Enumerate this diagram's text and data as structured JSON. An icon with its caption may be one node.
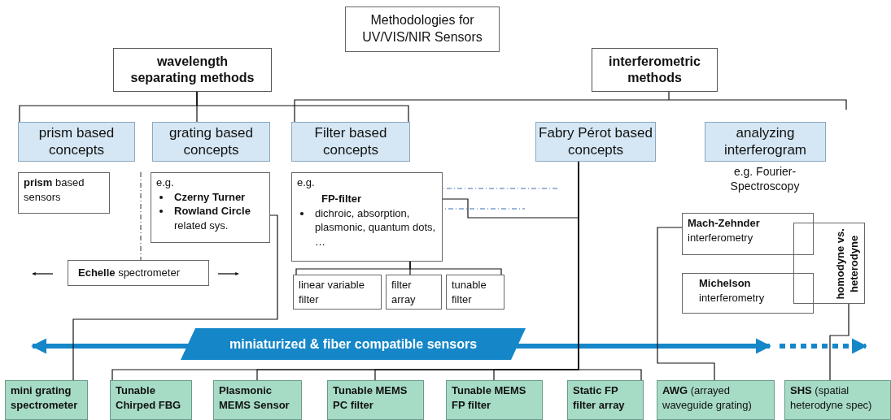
{
  "diagram": {
    "title": "Methodologies for UV/VIS/NIR Sensors",
    "nodes": [
      {
        "text": [
          "wavelength separating methods"
        ]
      },
      {
        "text": [
          "interferometric methods"
        ]
      },
      {
        "text": [
          "prism based concepts"
        ]
      },
      {
        "text": [
          "grating based concepts"
        ]
      },
      {
        "text": [
          "Filter based concepts"
        ]
      },
      {
        "text": [
          "Fabry Pérot based concepts"
        ]
      },
      {
        "text": [
          "analyzing interferogram"
        ],
        "beside": [
          "e.g. Fourier-Spectroscopy"
        ]
      },
      {
        "text": [
          "**prism** based sensors"
        ]
      },
      {
        "text": [
          "e.g.",
          "Czerny Turner",
          "**Rowland Circle** related sys."
        ]
      },
      {
        "text": [
          "e.g.",
          "dichroic, absorption, plasmonic, quantum dots, …"
        ]
      },
      {
        "text": [
          "FP-filter"
        ],
        "in": 9
      },
      {
        "text": [
          "**Echelle** spectrometer"
        ]
      },
      {
        "text": [
          "linear variable filter"
        ]
      },
      {
        "text": [
          "filter array"
        ]
      },
      {
        "text": [
          "tunable filter"
        ]
      },
      {
        "text": [
          "Mach-Zehnder",
          "interferometry"
        ]
      },
      {
        "text": [
          "Michelson",
          "interferometry"
        ]
      },
      {
        "text": [
          "homodyne vs. heterodyne"
        ]
      },
      {
        "text": [
          "miniaturized & fiber compatible sensors"
        ]
      },
      {
        "text": [
          "mini grating spectrometer"
        ]
      },
      {
        "text": [
          "Tunable Chirped FBG"
        ]
      },
      {
        "text": [
          "Plasmonic MEMS Sensor"
        ]
      },
      {
        "text": [
          "Tunable MEMS PC filter"
        ]
      },
      {
        "text": [
          "Tunable MEMS FP filter"
        ]
      },
      {
        "text": [
          "Static FP filter array"
        ]
      },
      {
        "text": [
          "**AWG** (arrayed waveguide grating)"
        ]
      },
      {
        "text": [
          "**SHS** (spatial heterodyne spec)"
        ]
      }
    ],
    "edges": [
      {
        "from": 0,
        "to": 2,
        "arrow": "none"
      },
      {
        "from": 0,
        "to": 3,
        "arrow": "none"
      },
      {
        "from": 0,
        "to": 4,
        "arrow": "none"
      },
      {
        "from": 1,
        "to": 4,
        "arrow": "none"
      },
      {
        "from": 9,
        "to": 12,
        "arrow": "none"
      },
      {
        "from": 9,
        "to": 13,
        "arrow": "none"
      },
      {
        "from": 9,
        "to": 14,
        "arrow": "none"
      },
      {
        "from": 10,
        "to": 5,
        "arrow": "none"
      },
      {
        "from": 5,
        "to": 20,
        "arrow": "none"
      },
      {
        "from": 5,
        "to": 21,
        "arrow": "none"
      },
      {
        "from": 5,
        "to": 22,
        "arrow": "none"
      },
      {
        "from": 5,
        "to": 23,
        "arrow": "none"
      },
      {
        "from": 5,
        "to": 24,
        "arrow": "none"
      },
      {
        "from": 8,
        "to": 19,
        "arrow": "none"
      },
      {
        "from": 15,
        "to": 25,
        "arrow": "none"
      },
      {
        "from": 17,
        "to": 26,
        "arrow": "none"
      }
    ]
  }
}
